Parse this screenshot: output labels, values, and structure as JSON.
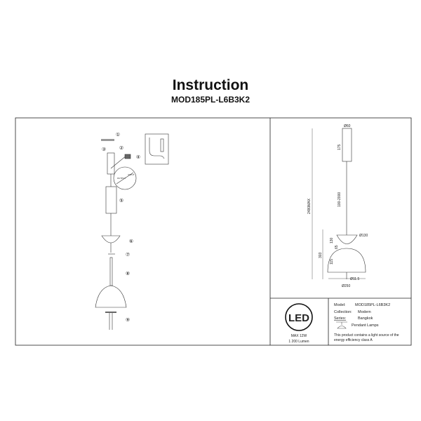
{
  "header": {
    "title": "Instruction",
    "model_code": "MOD185PL-L6B3K2"
  },
  "assembly_steps": [
    "①",
    "②",
    "③",
    "④",
    "⑤",
    "⑥",
    "⑦",
    "⑧",
    "⑨"
  ],
  "connector_labels": {
    "output": "OUTPUT",
    "input": "INPUT"
  },
  "dimensions": {
    "canopy_width": "Ø60",
    "canopy_height": "175",
    "cable_length": "100-2000",
    "total_height": "2480MAX",
    "small_shade_diameter": "Ø130",
    "small_shade_height": "130",
    "gap": "65",
    "lamp_height": "303",
    "large_shade_height": "115",
    "rod_diameter": "Ø11.5",
    "large_shade_diameter": "Ø250"
  },
  "led": {
    "logo": "LED",
    "max_power": "MAX 12W",
    "lumen": "1 200 Lumen"
  },
  "product": {
    "model_label": "Model:",
    "model_value": "MOD185PL-L6B3K2",
    "collection_label": "Collection:",
    "collection_value": "Modern",
    "series_label": "Series:",
    "series_value": "Bangkok",
    "type_value": "Pendant Lamps",
    "energy_note": "This product contains a light source of the energy efficiency class A"
  }
}
